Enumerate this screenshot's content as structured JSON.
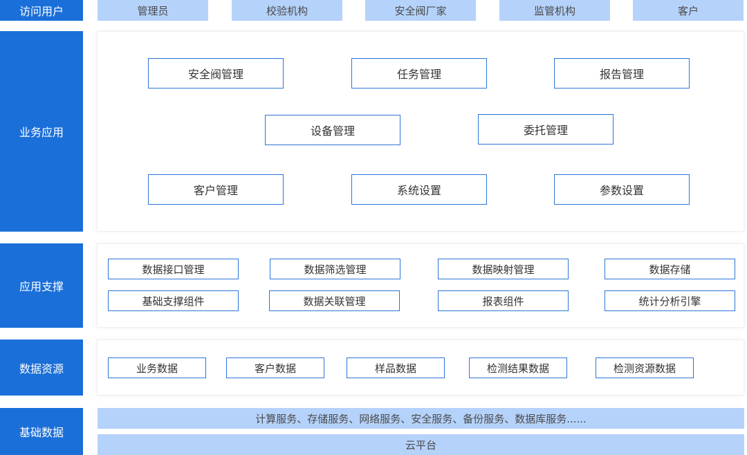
{
  "layers": {
    "users": {
      "label": "访问用户",
      "items": [
        "管理员",
        "校验机构",
        "安全阀厂家",
        "监管机构",
        "客户"
      ]
    },
    "business": {
      "label": "业务应用",
      "items": [
        "安全阀管理",
        "任务管理",
        "报告管理",
        "设备管理",
        "委托管理",
        "客户管理",
        "系统设置",
        "参数设置"
      ]
    },
    "support": {
      "label": "应用支撑",
      "items": [
        "数据接口管理",
        "数据筛选管理",
        "数据映射管理",
        "数据存储",
        "基础支撑组件",
        "数据关联管理",
        "报表组件",
        "统计分析引擎"
      ]
    },
    "data": {
      "label": "数据资源",
      "items": [
        "业务数据",
        "客户数据",
        "样品数据",
        "检测结果数据",
        "检测资源数据"
      ]
    },
    "infra": {
      "label": "基础数据",
      "services": "计算服务、存储服务、网络服务、安全服务、备份服务、数据库服务......",
      "platform": "云平台"
    }
  },
  "colors": {
    "accent": "#1a6fd9",
    "light_blue": "#b5d2fb",
    "box_border": "#2a75d8"
  }
}
